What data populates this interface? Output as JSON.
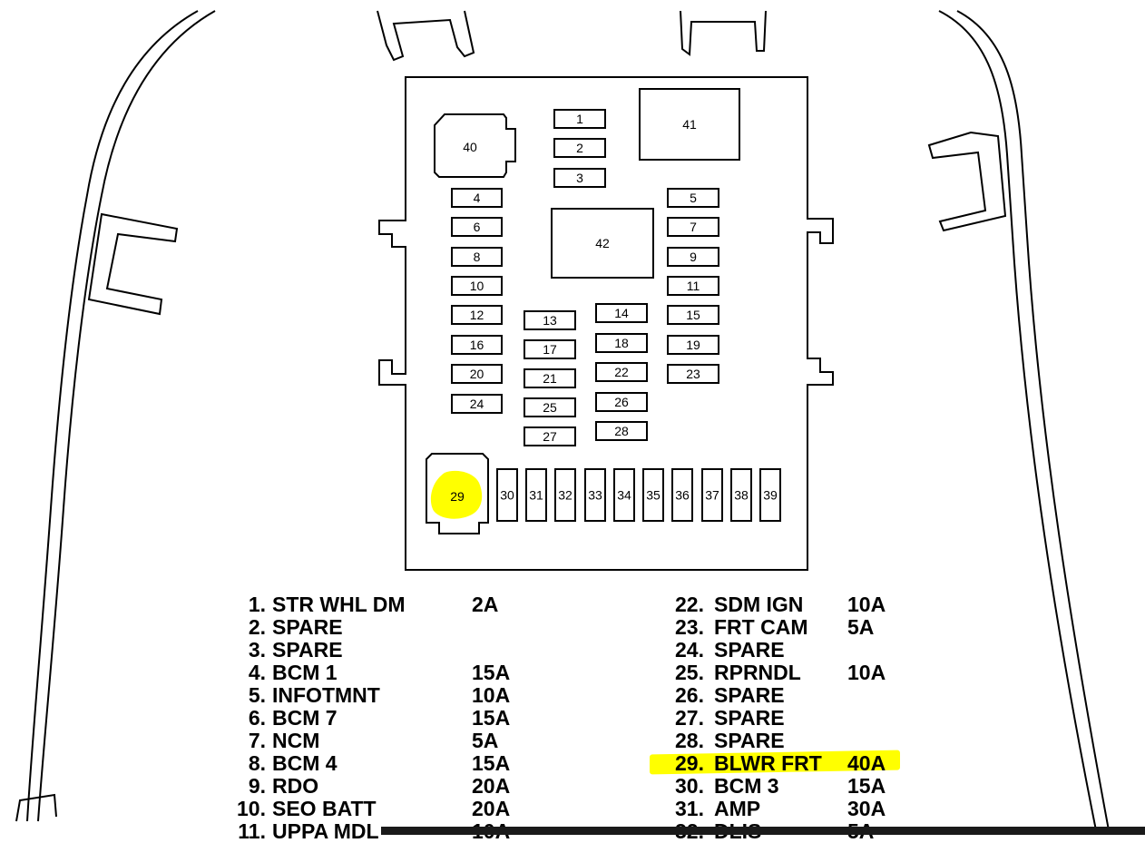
{
  "colors": {
    "line": "#000000",
    "highlight": "#ffff00",
    "background": "#ffffff"
  },
  "highlighted_fuse": "29",
  "fuses": {
    "f1": "1",
    "f2": "2",
    "f3": "3",
    "f4": "4",
    "f5": "5",
    "f6": "6",
    "f7": "7",
    "f8": "8",
    "f9": "9",
    "f10": "10",
    "f11": "11",
    "f12": "12",
    "f13": "13",
    "f14": "14",
    "f15": "15",
    "f16": "16",
    "f17": "17",
    "f18": "18",
    "f19": "19",
    "f20": "20",
    "f21": "21",
    "f22": "22",
    "f23": "23",
    "f24": "24",
    "f25": "25",
    "f26": "26",
    "f27": "27",
    "f28": "28",
    "f29": "29",
    "f30": "30",
    "f31": "31",
    "f32": "32",
    "f33": "33",
    "f34": "34",
    "f35": "35",
    "f36": "36",
    "f37": "37",
    "f38": "38",
    "f39": "39",
    "f40": "40",
    "f41": "41",
    "f42": "42"
  },
  "legend_left": [
    {
      "num": "1.",
      "name": "STR WHL DM",
      "amp": "2A"
    },
    {
      "num": "2.",
      "name": "SPARE",
      "amp": ""
    },
    {
      "num": "3.",
      "name": "SPARE",
      "amp": ""
    },
    {
      "num": "4.",
      "name": "BCM 1",
      "amp": "15A"
    },
    {
      "num": "5.",
      "name": "INFOTMNT",
      "amp": "10A"
    },
    {
      "num": "6.",
      "name": "BCM 7",
      "amp": "15A"
    },
    {
      "num": "7.",
      "name": "NCM",
      "amp": "5A"
    },
    {
      "num": "8.",
      "name": "BCM 4",
      "amp": "15A"
    },
    {
      "num": "9.",
      "name": "RDO",
      "amp": "20A"
    },
    {
      "num": "10.",
      "name": "SEO BATT",
      "amp": "20A"
    },
    {
      "num": "11.",
      "name": "UPPA MDL",
      "amp": "10A"
    }
  ],
  "legend_right": [
    {
      "num": "22.",
      "name": "SDM IGN",
      "amp": "10A"
    },
    {
      "num": "23.",
      "name": "FRT CAM",
      "amp": "5A"
    },
    {
      "num": "24.",
      "name": "SPARE",
      "amp": ""
    },
    {
      "num": "25.",
      "name": "RPRNDL",
      "amp": "10A"
    },
    {
      "num": "26.",
      "name": "SPARE",
      "amp": ""
    },
    {
      "num": "27.",
      "name": "SPARE",
      "amp": ""
    },
    {
      "num": "28.",
      "name": "SPARE",
      "amp": ""
    },
    {
      "num": "29.",
      "name": "BLWR FRT",
      "amp": "40A"
    },
    {
      "num": "30.",
      "name": "BCM 3",
      "amp": "15A"
    },
    {
      "num": "31.",
      "name": "AMP",
      "amp": "30A"
    },
    {
      "num": "32.",
      "name": "DLIS",
      "amp": "5A"
    }
  ]
}
